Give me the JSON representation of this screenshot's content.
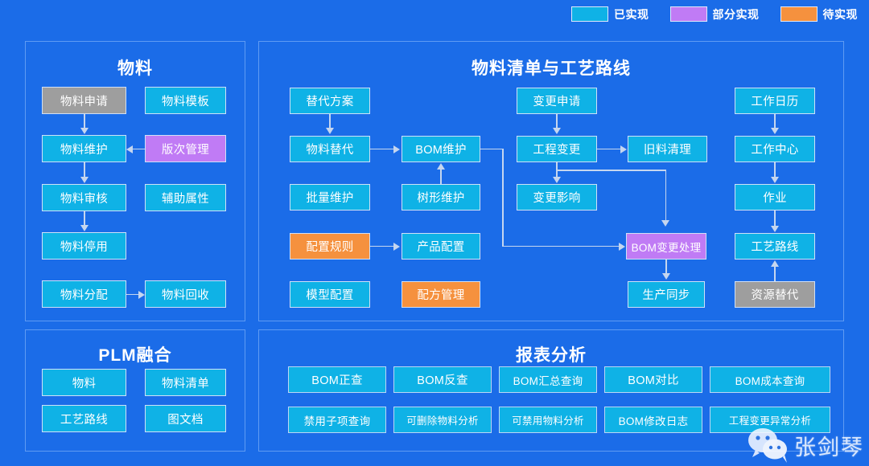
{
  "legend": {
    "items": [
      {
        "label": "已实现",
        "color": "#0FB2E6",
        "key": "done"
      },
      {
        "label": "部分实现",
        "color": "#C07BF5",
        "key": "partial"
      },
      {
        "label": "待实现",
        "color": "#F5913E",
        "key": "todo"
      }
    ]
  },
  "panels": {
    "material": {
      "title": "物料"
    },
    "bom": {
      "title": "物料清单与工艺路线"
    },
    "plm": {
      "title": "PLM融合"
    },
    "report": {
      "title": "报表分析"
    }
  },
  "material_nodes": {
    "apply": "物料申请",
    "template": "物料模板",
    "maintain": "物料维护",
    "version": "版次管理",
    "audit": "物料审核",
    "auxattr": "辅助属性",
    "stop": "物料停用",
    "assign": "物料分配",
    "recycle": "物料回收"
  },
  "bom_nodes": {
    "alt_plan": "替代方案",
    "mat_alt": "物料替代",
    "bom_maintain": "BOM维护",
    "batch": "批量维护",
    "tree": "树形维护",
    "cfg_rule": "配置规则",
    "prod_cfg": "产品配置",
    "model_cfg": "模型配置",
    "recipe": "配方管理",
    "chg_apply": "变更申请",
    "eng_chg": "工程变更",
    "old_clear": "旧料清理",
    "chg_effect": "变更影响",
    "bom_chg": "BOM变更处理",
    "prod_sync": "生产同步",
    "work_cal": "工作日历",
    "work_center": "工作中心",
    "operation": "作业",
    "routing": "工艺路线",
    "res_alt": "资源替代"
  },
  "plm_nodes": {
    "material": "物料",
    "bom": "物料清单",
    "routing": "工艺路线",
    "doc": "图文档"
  },
  "report_nodes": {
    "row1": [
      "BOM正查",
      "BOM反查",
      "BOM汇总查询",
      "BOM对比",
      "BOM成本查询"
    ],
    "row2": [
      "禁用子项查询",
      "可删除物料分析",
      "可禁用物料分析",
      "BOM修改日志",
      "工程变更异常分析"
    ]
  },
  "watermark": {
    "name": "张剑琴",
    "icon": "wechat-icon"
  },
  "colors": {
    "background": "#1B6CE8",
    "panel_border": "#5F9BF3",
    "node_border": "#CFE0F7",
    "done": "#0FB2E6",
    "partial": "#C07BF5",
    "todo": "#F5913E",
    "na": "#9E9E9E",
    "connector": "#C5D6EF"
  }
}
